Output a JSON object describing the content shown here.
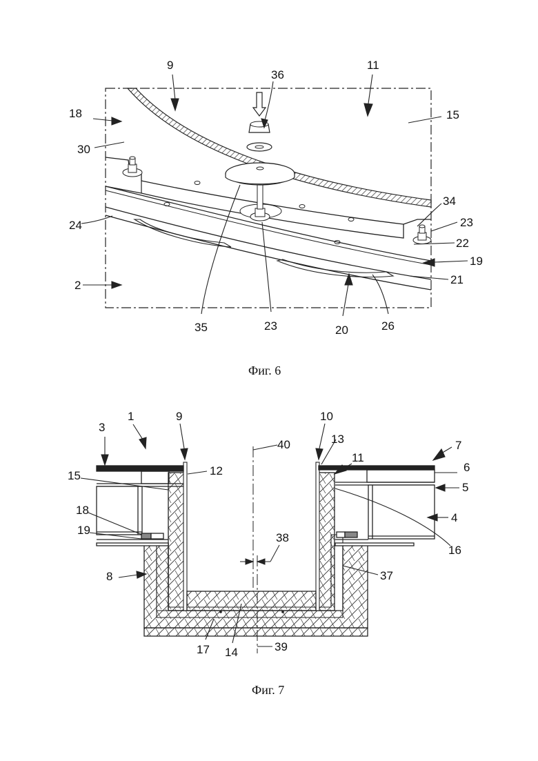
{
  "figure6": {
    "caption": "Фиг. 6",
    "labels": [
      "9",
      "36",
      "11",
      "18",
      "15",
      "30",
      "34",
      "23",
      "24",
      "22",
      "19",
      "2",
      "21",
      "35",
      "23",
      "20",
      "26"
    ]
  },
  "figure7": {
    "caption": "Фиг. 7",
    "labels": [
      "1",
      "3",
      "9",
      "10",
      "13",
      "40",
      "7",
      "12",
      "11",
      "6",
      "15",
      "5",
      "18",
      "4",
      "19",
      "16",
      "38",
      "8",
      "37",
      "17",
      "14",
      "39"
    ]
  }
}
